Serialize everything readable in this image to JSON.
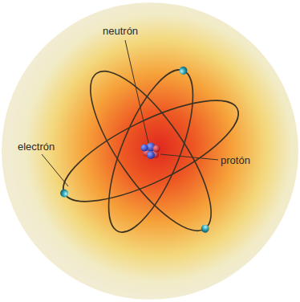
{
  "diagram": {
    "labels": [
      "neutrón",
      "electrón",
      "protón"
    ]
  }
}
